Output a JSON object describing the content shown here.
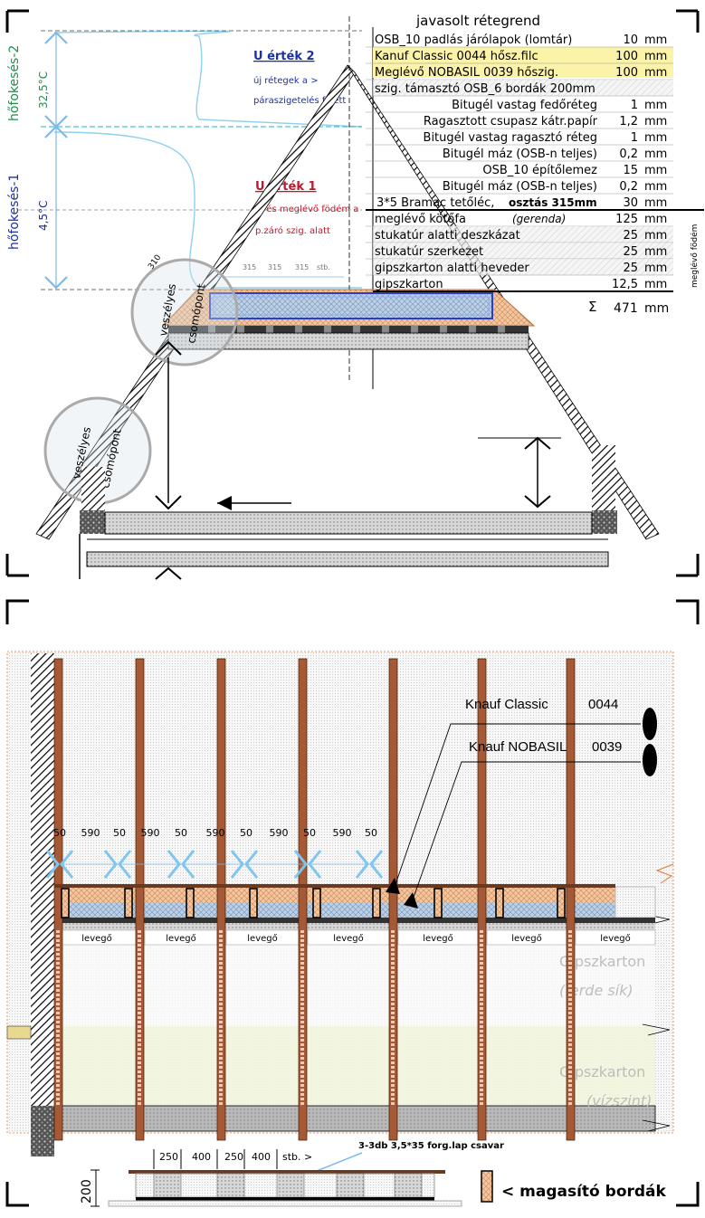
{
  "top": {
    "title": "javasolt rétegrend",
    "layers": [
      {
        "name": "OSB_10 padlás járólapok (lomtár)",
        "value": "10",
        "unit": "mm"
      },
      {
        "name": "Kanuf Classic 0044 hősz.filc",
        "value": "100",
        "unit": "mm"
      },
      {
        "name": "Meglévő NOBASIL 0039 hőszig.",
        "value": "100",
        "unit": "mm"
      },
      {
        "name": "szig. támasztó OSB_6 bordák 200mm",
        "value": "",
        "unit": ""
      },
      {
        "name": "Bitugél vastag fedőréteg",
        "value": "1",
        "unit": "mm"
      },
      {
        "name": "Ragasztott csupasz kátr.papír",
        "value": "1,2",
        "unit": "mm"
      },
      {
        "name": "Bitugél vastag ragasztó réteg",
        "value": "1",
        "unit": "mm"
      },
      {
        "name": "Bitugél máz (OSB-n teljes)",
        "value": "0,2",
        "unit": "mm"
      },
      {
        "name": "OSB_10 építőlemez",
        "value": "15",
        "unit": "mm"
      },
      {
        "name": "Bitugél máz (OSB-n teljes)",
        "value": "0,2",
        "unit": "mm"
      },
      {
        "name": "3*5 Bramac tetőléc,",
        "extra": "osztás 315mm",
        "value": "30",
        "unit": "mm"
      },
      {
        "name": "meglévő kötőfa",
        "extra": "(gerenda)",
        "value": "125",
        "unit": "mm"
      },
      {
        "name": "stukatúr alatti deszkázat",
        "value": "25",
        "unit": "mm"
      },
      {
        "name": "stukatúr szerkezet",
        "value": "25",
        "unit": "mm"
      },
      {
        "name": "gipszkarton alatti heveder",
        "value": "25",
        "unit": "mm"
      },
      {
        "name": "gipszkarton",
        "value": "12,5",
        "unit": "mm"
      }
    ],
    "sum_symbol": "Σ",
    "sum_value": "471",
    "sum_unit": "mm",
    "side_label": "meglévő födém",
    "hofok2": "hőfokesés-2",
    "temp2": "32,5°C",
    "hofok1": "hőfokesés-1",
    "temp1": "4,5°C",
    "u2_title": "U érték 2",
    "u2_line1": "új rétegek a    >",
    "u2_line2": "páraszigetelés felett",
    "u1_title": "U érték 1",
    "u1_line1": "új és meglévő födém a",
    "u1_line2": "p.záró szig. alatt",
    "dim_310": "310",
    "dim_315_a": "315",
    "dim_315_b": "315",
    "dim_315_c": "315",
    "dim_stb": "stb.",
    "danger1": "veszélyes",
    "danger1b": "csomópont",
    "danger2": "veszélyes",
    "danger2b": "csomópont"
  },
  "bottom": {
    "knauf_classic": "Knauf Classic",
    "knauf_classic_code": "0044",
    "knauf_nobasil": "Knauf NOBASIL",
    "knauf_nobasil_code": "0039",
    "spacing_labels": [
      "50",
      "590",
      "50",
      "590",
      "50",
      "590",
      "50",
      "590",
      "50",
      "590",
      "50"
    ],
    "air_label": "levegő",
    "gipsz1": "Gipszkarton",
    "gipsz1_sub": "(ferde sík)",
    "gipsz2": "Gipszkarton",
    "gipsz2_sub": "(vízszint)",
    "detail_dims": [
      "250",
      "400",
      "250",
      "400",
      "stb.  >"
    ],
    "detail_height": "200",
    "screw_label": "3-3db 3,5*35 forg.lap csavar",
    "legend_label": "<  magasító bordák"
  }
}
